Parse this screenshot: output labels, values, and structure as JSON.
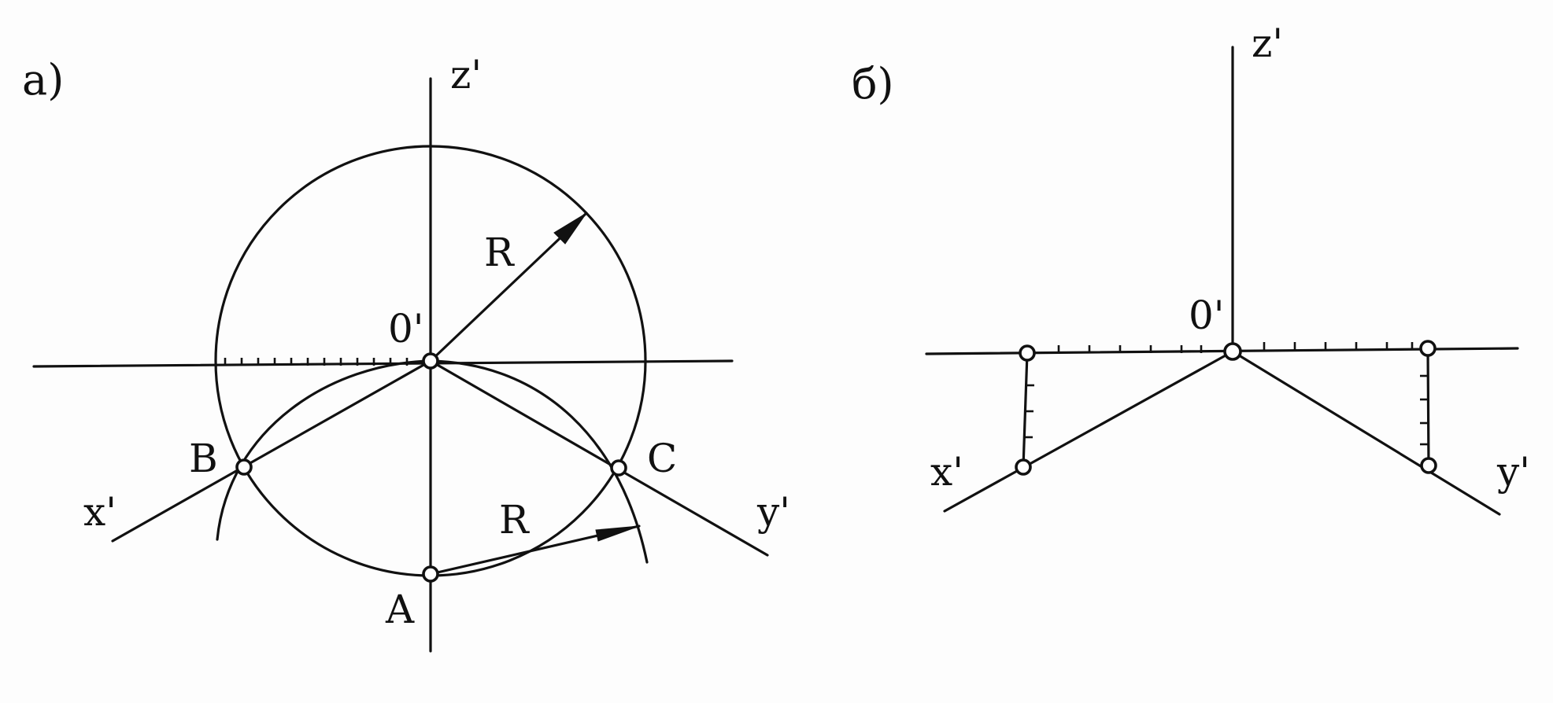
{
  "panel_a": {
    "caption": "а)",
    "labels": {
      "z_axis": "z'",
      "origin": "0'",
      "x_axis": "x'",
      "y_axis": "y'",
      "point_a": "A",
      "point_b": "B",
      "point_c": "C",
      "radius_top": "R",
      "radius_bottom": "R"
    }
  },
  "panel_b": {
    "caption": "б)",
    "labels": {
      "z_axis": "z'",
      "origin": "0'",
      "x_axis": "x'",
      "y_axis": "y'"
    }
  },
  "colors": {
    "ink": "#111111",
    "paper": "#fdfdfd"
  }
}
